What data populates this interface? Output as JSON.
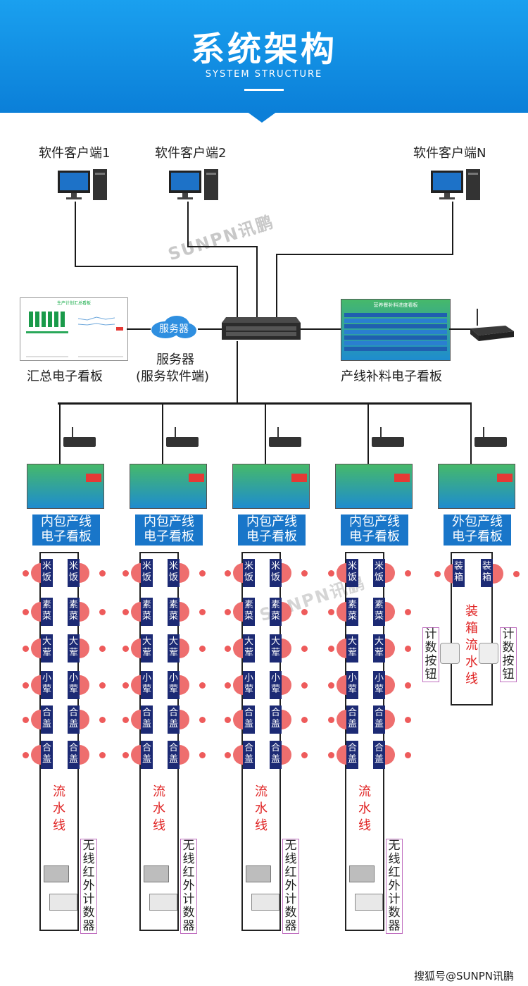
{
  "header": {
    "title": "系统架构",
    "subtitle": "SYSTEM STRUCTURE"
  },
  "clients": [
    {
      "label": "软件客户端1"
    },
    {
      "label": "软件客户端2"
    },
    {
      "label": "软件客户端N"
    }
  ],
  "watermark": "SUNPN讯鹏",
  "server": {
    "cloud_label": "服务器",
    "label_line1": "服务器",
    "label_line2": "(服务软件端)"
  },
  "summary_board": {
    "label": "汇总电子看板",
    "screen_title": "生产计划汇总看板"
  },
  "supply_board": {
    "label": "产线补料电子看板",
    "screen_title": "营养餐补料进度看板"
  },
  "line_boards": [
    {
      "line1": "内包产线",
      "line2": "电子看板"
    },
    {
      "line1": "内包产线",
      "line2": "电子看板"
    },
    {
      "line1": "内包产线",
      "line2": "电子看板"
    },
    {
      "line1": "内包产线",
      "line2": "电子看板"
    },
    {
      "line1": "外包产线",
      "line2": "电子看板"
    }
  ],
  "stations": [
    "米饭",
    "素菜",
    "大荤",
    "小荤",
    "合盖",
    "合盖"
  ],
  "flow_label": "流水线",
  "counter_label": "无线红外计数器",
  "outer_line": {
    "station": "装箱",
    "flow_label": "装箱流水线",
    "button_label": "计数按钮"
  },
  "footer_credit": "搜狐号@SUNPN讯鹏",
  "colors": {
    "header_blue": "#0b7fd8",
    "panel_blue": "#1976c9",
    "station_navy": "#1c2a74",
    "pad_red": "#ee6e6e",
    "flow_red": "#e02525"
  }
}
